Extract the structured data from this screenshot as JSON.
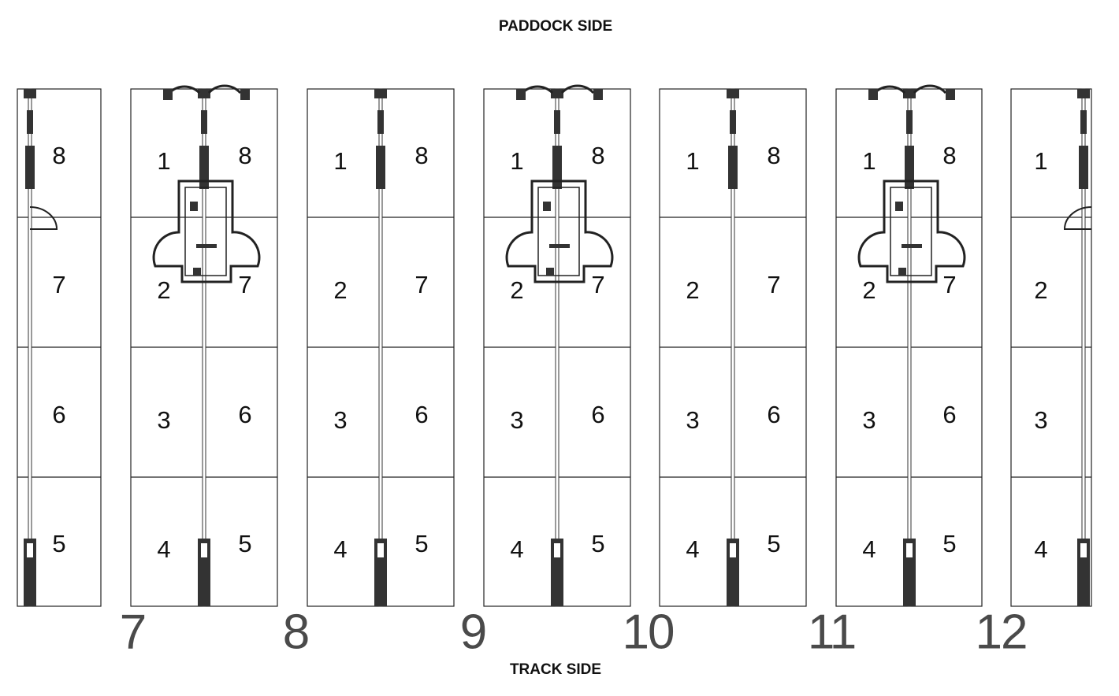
{
  "header": {
    "top_label": "PADDOCK SIDE",
    "bottom_label": "TRACK SIDE"
  },
  "barn_numbers": [
    "7",
    "8",
    "9",
    "10",
    "11",
    "12"
  ],
  "barns": [
    {
      "partial": "left",
      "left_stalls": [],
      "right_stalls": [
        "8",
        "7",
        "6",
        "5"
      ]
    },
    {
      "office": true,
      "left_stalls": [
        "1",
        "2",
        "3",
        "4"
      ],
      "right_stalls": [
        "8",
        "7",
        "6",
        "5"
      ]
    },
    {
      "office": false,
      "left_stalls": [
        "1",
        "2",
        "3",
        "4"
      ],
      "right_stalls": [
        "8",
        "7",
        "6",
        "5"
      ]
    },
    {
      "office": true,
      "left_stalls": [
        "1",
        "2",
        "3",
        "4"
      ],
      "right_stalls": [
        "8",
        "7",
        "6",
        "5"
      ]
    },
    {
      "office": false,
      "left_stalls": [
        "1",
        "2",
        "3",
        "4"
      ],
      "right_stalls": [
        "8",
        "7",
        "6",
        "5"
      ]
    },
    {
      "office": true,
      "left_stalls": [
        "1",
        "2",
        "3",
        "4"
      ],
      "right_stalls": [
        "8",
        "7",
        "6",
        "5"
      ]
    },
    {
      "partial": "right",
      "left_stalls": [
        "1",
        "2",
        "3",
        "4"
      ],
      "right_stalls": []
    }
  ]
}
